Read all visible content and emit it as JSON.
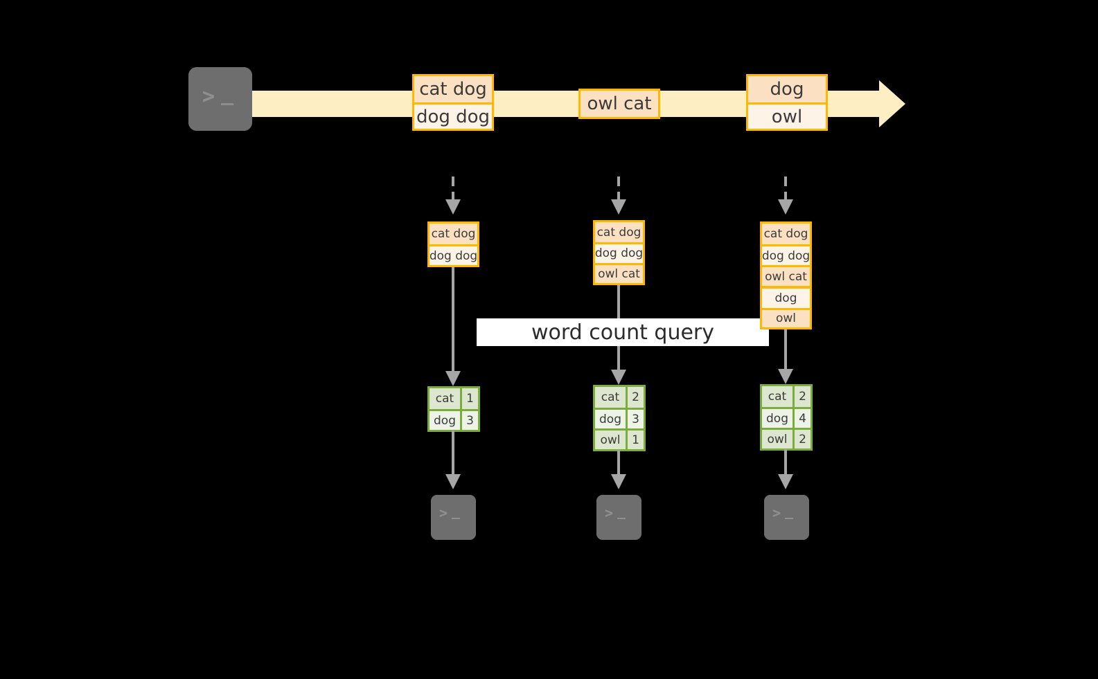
{
  "diagram": {
    "title": "word count streaming query diagram",
    "colors": {
      "background": "#000000",
      "stream_arrow": "#fdeec3",
      "message_border": "#ffb800",
      "message_fill_light": "#fdf3e6",
      "message_fill_dark": "#fce0c2",
      "table_border": "#7aad3b",
      "table_fill_light": "#eef3e8",
      "table_fill_dark": "#dde7cf",
      "connector": "#a6a6a6",
      "terminal_fill": "#6e6e6e",
      "band_fill": "#ffffff"
    },
    "query_label": "word count query",
    "source": {
      "icon": "terminal-icon",
      "glyph_prompt": ">",
      "glyph_cursor": "_"
    },
    "stream": {
      "messages": [
        {
          "lines": [
            "cat dog",
            "dog dog"
          ]
        },
        {
          "lines": [
            "owl cat"
          ]
        },
        {
          "lines": [
            "dog",
            "owl"
          ]
        }
      ]
    },
    "stages": [
      {
        "id": "stage-1",
        "input_table": {
          "rows": [
            "cat dog",
            "dog dog"
          ]
        },
        "result_table": {
          "rows": [
            {
              "word": "cat",
              "count": "1"
            },
            {
              "word": "dog",
              "count": "3"
            }
          ]
        },
        "sink": {
          "icon": "terminal-icon",
          "glyph_prompt": ">",
          "glyph_cursor": "_"
        }
      },
      {
        "id": "stage-2",
        "input_table": {
          "rows": [
            "cat dog",
            "dog dog",
            "owl cat"
          ]
        },
        "result_table": {
          "rows": [
            {
              "word": "cat",
              "count": "2"
            },
            {
              "word": "dog",
              "count": "3"
            },
            {
              "word": "owl",
              "count": "1"
            }
          ]
        },
        "sink": {
          "icon": "terminal-icon",
          "glyph_prompt": ">",
          "glyph_cursor": "_"
        }
      },
      {
        "id": "stage-3",
        "input_table": {
          "rows": [
            "cat dog",
            "dog dog",
            "owl cat",
            "dog",
            "owl"
          ]
        },
        "result_table": {
          "rows": [
            {
              "word": "cat",
              "count": "2"
            },
            {
              "word": "dog",
              "count": "4"
            },
            {
              "word": "owl",
              "count": "2"
            }
          ]
        },
        "sink": {
          "icon": "terminal-icon",
          "glyph_prompt": ">",
          "glyph_cursor": "_"
        }
      }
    ]
  }
}
